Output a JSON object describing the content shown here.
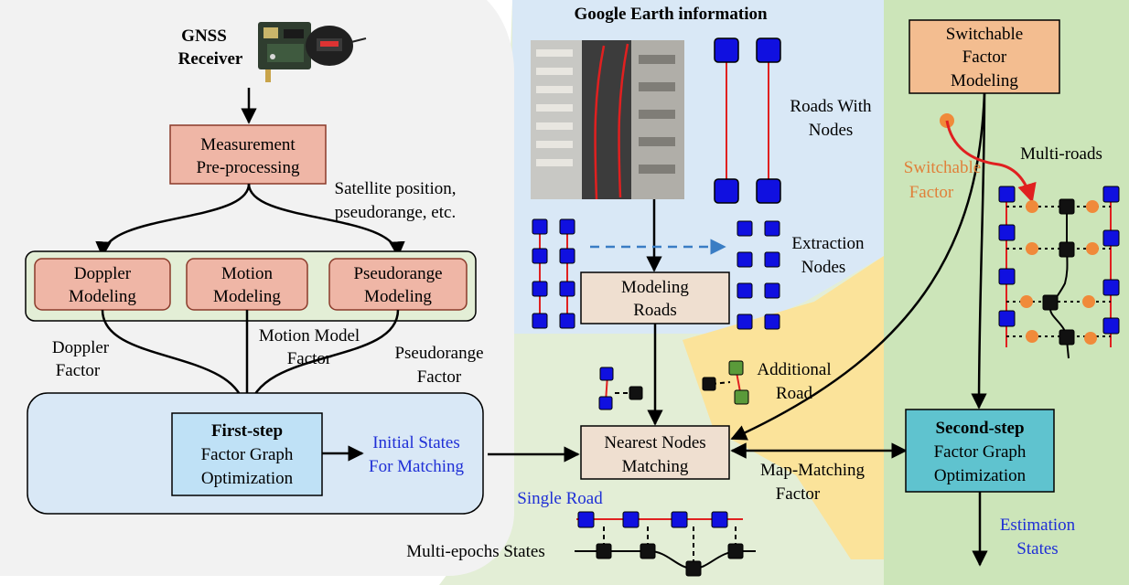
{
  "header": {
    "google_earth": "Google Earth information",
    "gnss_line1": "GNSS",
    "gnss_line2": "Receiver"
  },
  "boxes": {
    "preprocess": [
      "Measurement",
      "Pre-processing"
    ],
    "doppler": [
      "Doppler",
      "Modeling"
    ],
    "motion": [
      "Motion",
      "Modeling"
    ],
    "pseudorange": [
      "Pseudorange",
      "Modeling"
    ],
    "first_step_title": "First-step",
    "first_step_rest": [
      "Factor Graph",
      "Optimization"
    ],
    "modeling_roads": [
      "Modeling",
      "Roads"
    ],
    "nearest": [
      "Nearest Nodes",
      "Matching"
    ],
    "switchable": [
      "Switchable",
      "Factor",
      "Modeling"
    ],
    "second_step_title": "Second-step",
    "second_step_rest": [
      "Factor Graph",
      "Optimization"
    ]
  },
  "labels": {
    "satellite": [
      "Satellite position,",
      "pseudorange, etc."
    ],
    "doppler_factor": [
      "Doppler",
      "Factor"
    ],
    "motion_factor": [
      "Motion Model",
      "Factor"
    ],
    "pseudo_factor": [
      "Pseudorange",
      "Factor"
    ],
    "initial_states": [
      "Initial States",
      "For Matching"
    ],
    "roads_with_nodes": [
      "Roads With",
      "Nodes"
    ],
    "extraction_nodes": [
      "Extraction",
      "Nodes"
    ],
    "additional_road": [
      "Additional",
      "Road"
    ],
    "map_matching": [
      "Map-Matching",
      "Factor"
    ],
    "switchable_factor": [
      "Switchable",
      "Factor"
    ],
    "multi_roads": "Multi-roads",
    "single_road": "Single Road",
    "multi_epochs": "Multi-epochs States",
    "estimation": [
      "Estimation",
      "States"
    ]
  },
  "colors": {
    "box_pink": "#efb6a6",
    "box_tan": "#efdfd0",
    "box_orange": "#f3bd90",
    "box_lightblue": "#bfe1f6",
    "box_teal": "#5fc3cf",
    "node_blue": "#1010e0",
    "node_green": "#5a9a3a",
    "node_orange": "#f08a3a",
    "road_red": "#e02020"
  }
}
